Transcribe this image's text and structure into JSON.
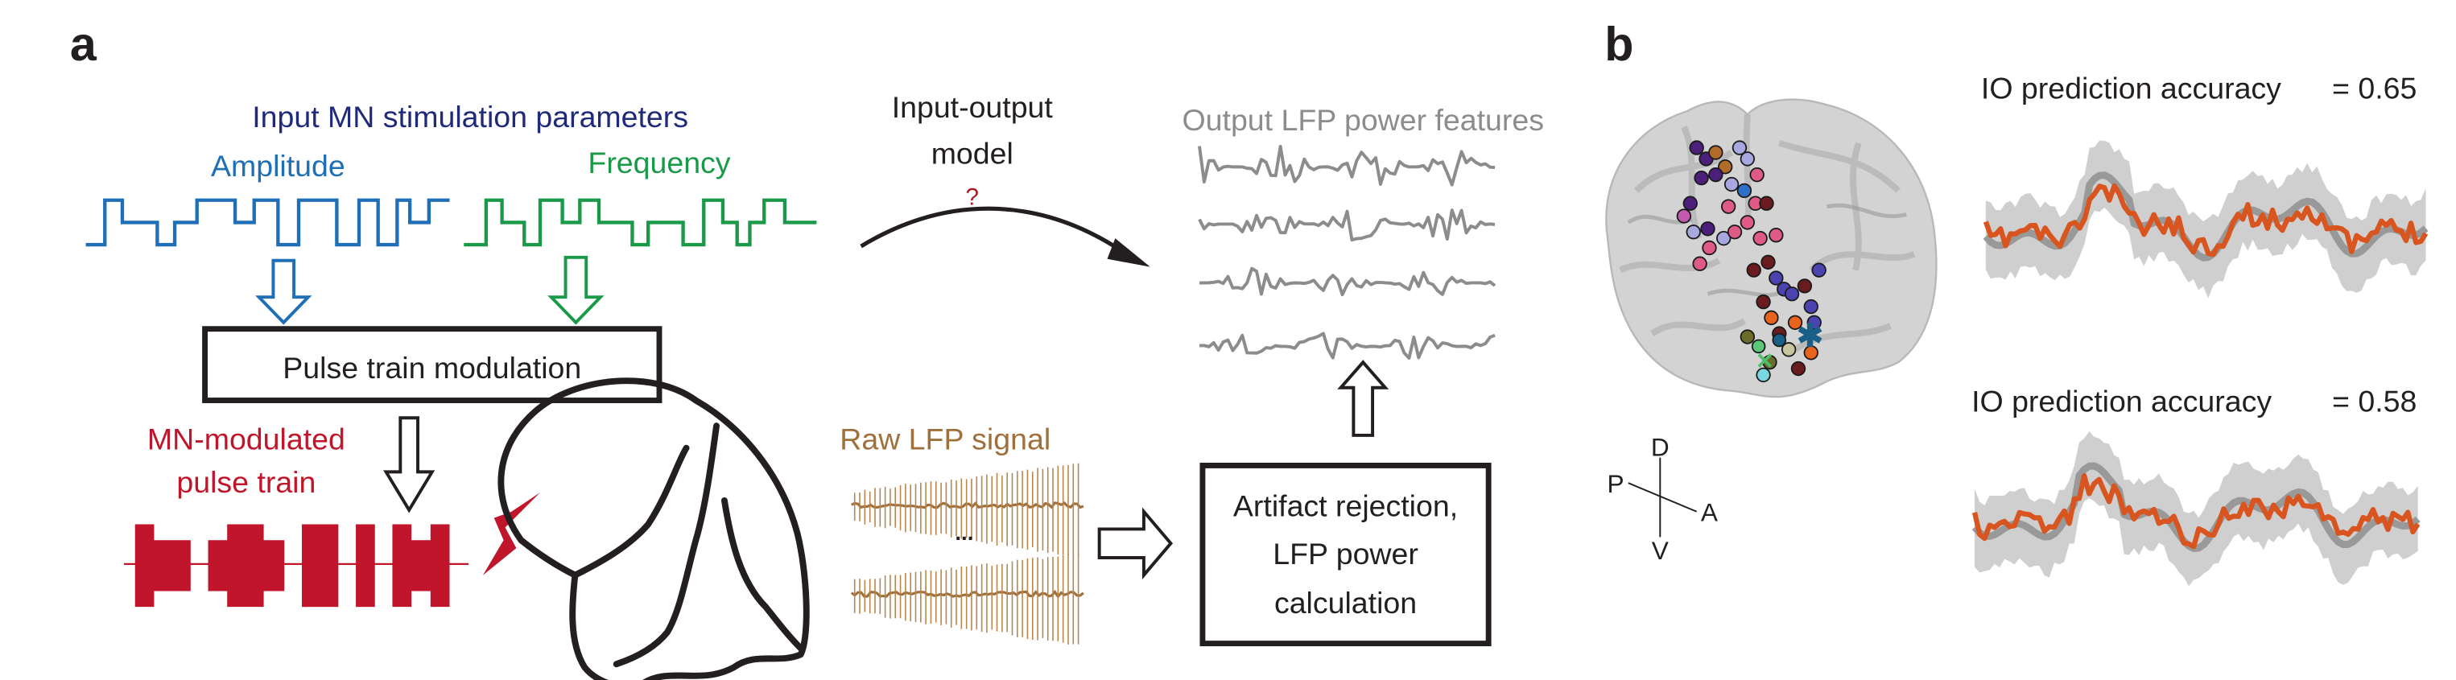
{
  "panel_a": {
    "label": "a",
    "input_title": "Input MN stimulation parameters",
    "amplitude_label": "Amplitude",
    "frequency_label": "Frequency",
    "modulation_box": "Pulse train modulation",
    "pulse_train_label_line1": "MN-modulated",
    "pulse_train_label_line2": "pulse train",
    "io_model_line1": "Input-output",
    "io_model_line2": "model",
    "io_model_question": "?",
    "output_title": "Output LFP power features",
    "raw_lfp_label": "Raw LFP signal",
    "ellipsis": "...",
    "artifact_box_line1": "Artifact rejection,",
    "artifact_box_line2": "LFP power",
    "artifact_box_line3": "calculation"
  },
  "panel_b": {
    "label": "b",
    "orientation": {
      "dorsal": "D",
      "ventral": "V",
      "posterior": "P",
      "anterior": "A"
    },
    "plots": [
      {
        "title": "IO prediction accuracy",
        "equals": "= 0.65",
        "accuracy": 0.65
      },
      {
        "title": "IO prediction accuracy",
        "equals": "= 0.58",
        "accuracy": 0.58
      }
    ]
  },
  "colors": {
    "navy": "#1f2a7a",
    "amplitude_blue": "#1f6fb8",
    "frequency_green": "#1a9a48",
    "pulse_red": "#c0152a",
    "lfp_brown": "#a0703c",
    "gray_trace": "#8c8c8c",
    "orange_pred": "#d9551f",
    "black": "#231f20",
    "question_red": "#a31f1f"
  }
}
